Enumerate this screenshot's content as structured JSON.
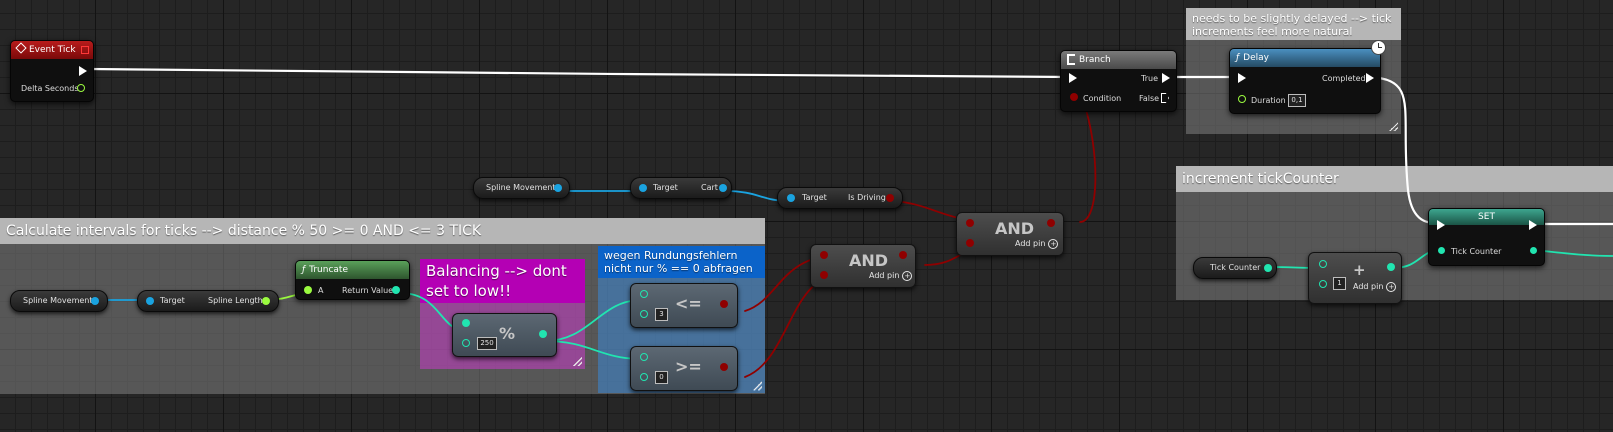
{
  "colors": {
    "exec": "#ffffff",
    "bool": "#8f0000",
    "float": "#9afa3f",
    "object": "#1aa3e0",
    "int": "#21e5b0",
    "event_header": "#a81212",
    "function_header": "#78c8fa",
    "branch_header": "#6b6b6b"
  },
  "comments": {
    "delay_note": "needs to be slightly delayed --> tick increments feel more natural",
    "increment": "increment tickCounter",
    "intervals": "Calculate intervals for ticks --> distance % 50 >= 0 AND <= 3 TICK",
    "balancing": "Balancing --> dont set to low!!",
    "rounding": "wegen Rundungsfehlern nicht nur % == 0 abfragen"
  },
  "event_tick": {
    "title": "Event Tick",
    "delta_seconds": "Delta Seconds",
    "icon": "event-diamond-icon"
  },
  "branch": {
    "title": "Branch",
    "condition": "Condition",
    "true_label": "True",
    "false_label": "False",
    "icon": "branch-icon"
  },
  "delay": {
    "title": "Delay",
    "completed": "Completed",
    "duration_label": "Duration",
    "duration_value": "0,1",
    "icon": "function-icon",
    "badge_icon": "clock-icon"
  },
  "set_node": {
    "title": "SET",
    "tick_counter": "Tick Counter"
  },
  "tick_counter_var": "Tick Counter",
  "add_node": {
    "value": "1",
    "add_pin": "Add pin",
    "op": "+"
  },
  "spline_movement_var": "Spline Movement",
  "spline_movement_var2": "Spline Movement",
  "get_cart": {
    "target": "Target",
    "cart": "Cart"
  },
  "is_driving": {
    "target": "Target",
    "is_driving": "Is Driving"
  },
  "spline_length": {
    "target": "Target",
    "spline_length": "Spline Length"
  },
  "truncate": {
    "title": "Truncate",
    "a": "A",
    "return_value": "Return Value",
    "icon": "function-icon"
  },
  "modulo": {
    "value": "250",
    "op": "%"
  },
  "lte": {
    "value": "3",
    "op": "<="
  },
  "gte": {
    "value": "0",
    "op": ">="
  },
  "and1": {
    "title": "AND",
    "add_pin": "Add pin"
  },
  "and2": {
    "title": "AND",
    "add_pin": "Add pin"
  }
}
